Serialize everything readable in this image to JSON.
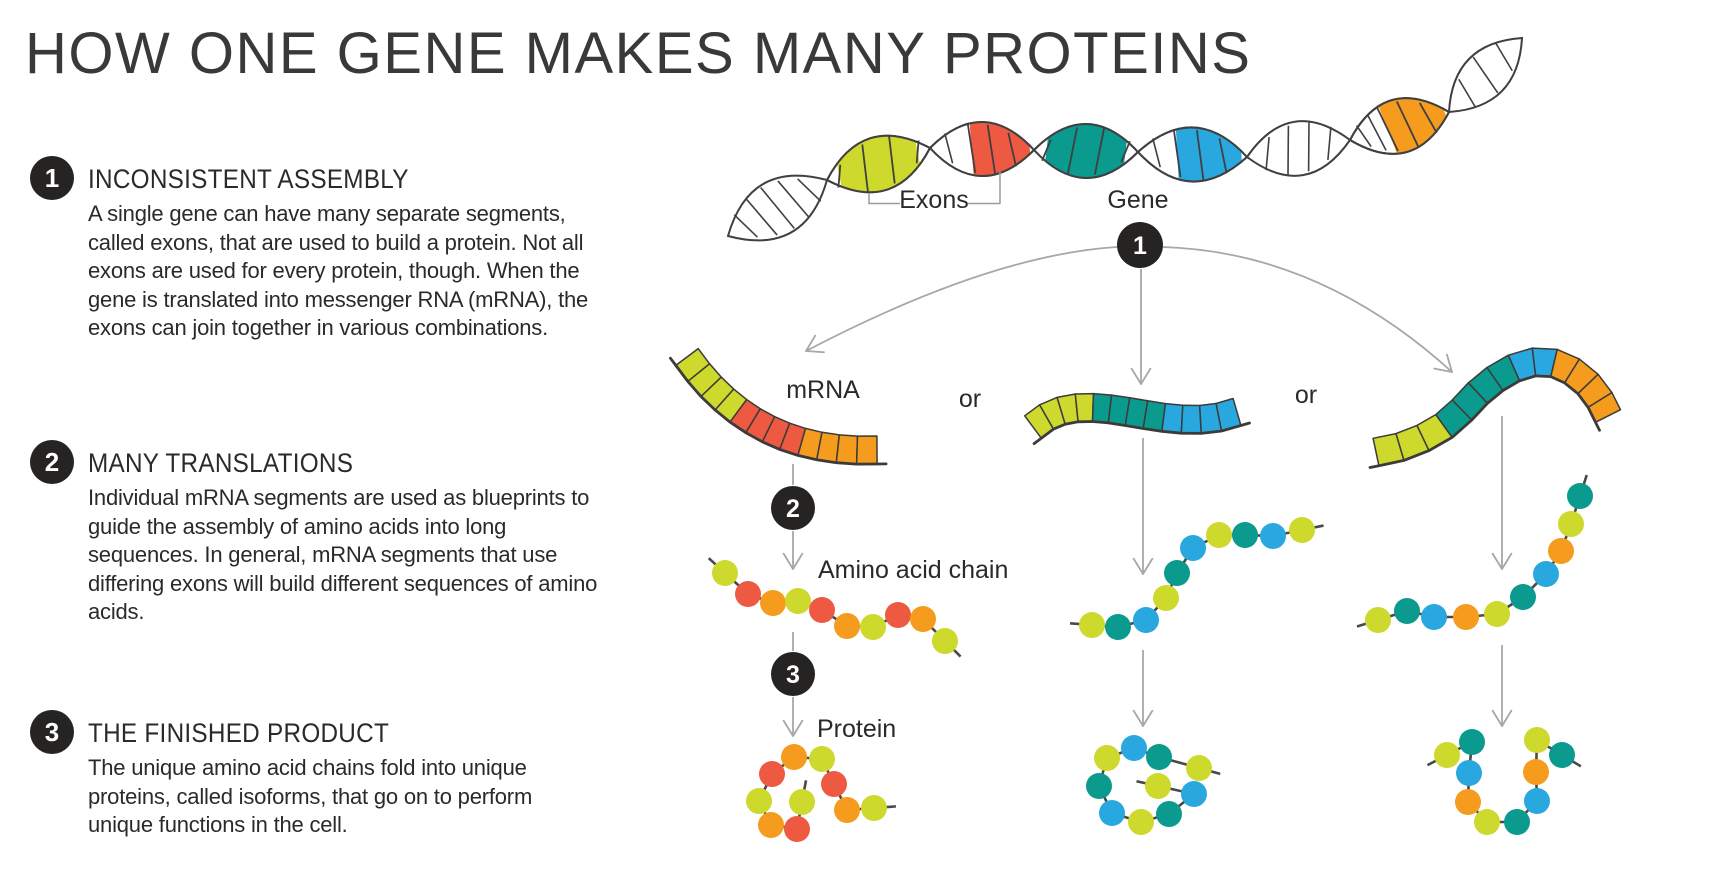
{
  "title": "HOW ONE GENE MAKES MANY PROTEINS",
  "palette": {
    "yellow": "#cdd92c",
    "red": "#ed5a41",
    "orange": "#f59b1d",
    "teal": "#0a9a8e",
    "blue": "#29a8e0",
    "ink": "#2b2a29",
    "badge": "#262323",
    "outline": "#403f41",
    "arrow": "#a7a7a7",
    "bracket": "#9b9b9b",
    "link": "#4a4947"
  },
  "sections": [
    {
      "num": "1",
      "heading": "INCONSISTENT ASSEMBLY",
      "body": "A single gene can have many separate segments, called exons, that are used to build a protein. Not all exons are used for every protein, though. When the gene is translated into messenger RNA (mRNA), the exons can join together in various combinations."
    },
    {
      "num": "2",
      "heading": "MANY TRANSLATIONS",
      "body": "Individual mRNA segments are used as blueprints to guide the assembly of amino acids into long sequences. In general, mRNA segments that use differing exons will build different sequences of amino acids."
    },
    {
      "num": "3",
      "heading": "THE FINISHED PRODUCT",
      "body": "The unique amino acid chains fold into unique proteins, called isoforms, that go on to perform unique functions in the cell."
    }
  ],
  "diagram": {
    "labels": {
      "exons": "Exons",
      "gene": "Gene",
      "mrna": "mRNA",
      "or_1": "or",
      "or_2": "or",
      "amino_acid_chain": "Amino acid chain",
      "protein": "Protein"
    },
    "step_badges": [
      "1",
      "2",
      "3"
    ],
    "helix_segments": [
      {
        "color": null,
        "hatches": [
          0.18,
          0.34,
          0.5,
          0.66,
          0.82
        ]
      },
      {
        "color": "yellow",
        "span": [
          0.12,
          0.88
        ],
        "dividers": [
          0.37,
          0.63
        ],
        "hatches": []
      },
      {
        "color": "red",
        "span": [
          0.4,
          0.96
        ],
        "dividers": [
          0.59,
          0.79
        ],
        "hatches": [
          0.18
        ]
      },
      {
        "color": "teal",
        "span": [
          0.12,
          0.88
        ],
        "dividers": [
          0.37,
          0.63
        ],
        "hatches": []
      },
      {
        "color": "blue",
        "span": [
          0.36,
          0.95
        ],
        "dividers": [
          0.57,
          0.78
        ],
        "hatches": [
          0.17
        ]
      },
      {
        "color": null,
        "hatches": [
          0.2,
          0.4,
          0.6,
          0.8
        ]
      },
      {
        "color": "orange",
        "span": [
          0.38,
          0.96
        ],
        "dividers": [
          0.58,
          0.79
        ],
        "hatches": [
          0.14,
          0.27
        ]
      },
      {
        "color": null,
        "hatches": [
          0.25,
          0.5,
          0.75
        ]
      }
    ],
    "mrna_variants": [
      {
        "segment_colors": [
          "yellow",
          "yellow",
          "yellow",
          "yellow",
          "red",
          "red",
          "red",
          "red",
          "orange",
          "orange",
          "orange",
          "orange"
        ]
      },
      {
        "segment_colors": [
          "yellow",
          "yellow",
          "yellow",
          "yellow",
          "teal",
          "teal",
          "teal",
          "teal",
          "blue",
          "blue",
          "blue",
          "blue"
        ]
      },
      {
        "segment_colors": [
          "yellow",
          "yellow",
          "yellow",
          "teal",
          "teal",
          "teal",
          "teal",
          "blue",
          "blue",
          "orange",
          "orange",
          "orange",
          "orange"
        ]
      }
    ],
    "amino_chains": [
      [
        "yellow",
        "red",
        "orange",
        "yellow",
        "red",
        "orange",
        "yellow",
        "red",
        "orange",
        "yellow"
      ],
      [
        "yellow",
        "teal",
        "blue",
        "yellow",
        "teal",
        "blue",
        "yellow",
        "teal",
        "blue",
        "yellow"
      ],
      [
        "yellow",
        "teal",
        "blue",
        "orange",
        "yellow",
        "teal",
        "blue",
        "orange",
        "yellow",
        "teal"
      ]
    ],
    "proteins": [
      [
        "yellow",
        "red",
        "orange",
        "yellow",
        "red",
        "orange",
        "yellow",
        "red",
        "orange",
        "yellow"
      ],
      [
        "yellow",
        "teal",
        "blue",
        "yellow",
        "teal",
        "blue",
        "yellow",
        "teal",
        "blue",
        "yellow"
      ],
      [
        "yellow",
        "teal",
        "blue",
        "orange",
        "yellow",
        "teal",
        "blue",
        "orange",
        "yellow",
        "teal"
      ]
    ]
  }
}
